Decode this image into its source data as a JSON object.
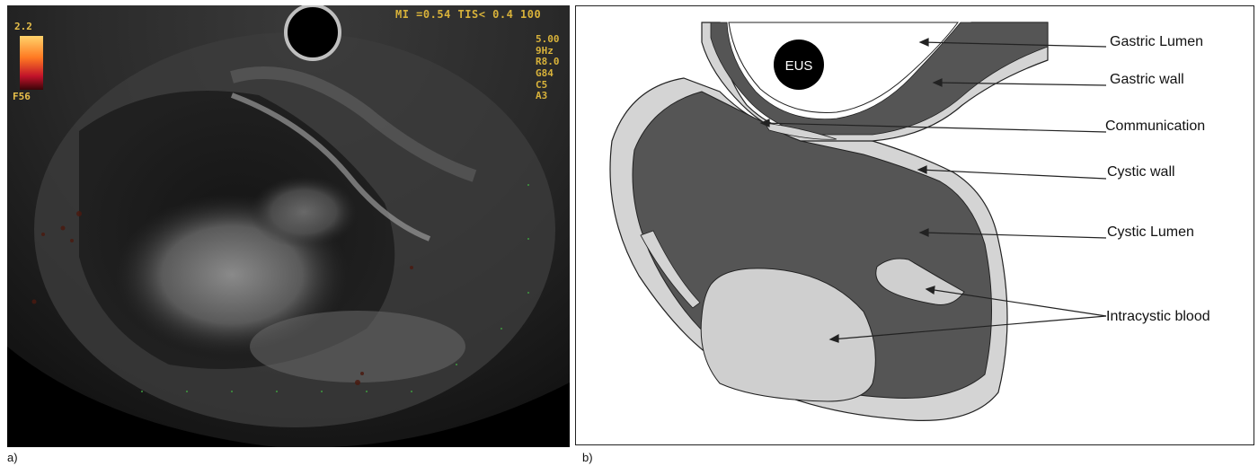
{
  "panel_a": {
    "caption": "a)",
    "overlay": {
      "header": "MI =0.54 TIS< 0.4 100",
      "gain": "2.2",
      "frame": "F56",
      "params": [
        "5.00",
        "9Hz",
        "R8.0",
        "G84",
        "C5",
        "A3"
      ]
    }
  },
  "panel_b": {
    "caption": "b)",
    "eus_label": "EUS",
    "labels": {
      "gastric_lumen": "Gastric Lumen",
      "gastric_wall": "Gastric wall",
      "communication": "Communication",
      "cystic_wall": "Cystic wall",
      "cystic_lumen": "Cystic Lumen",
      "intracystic_blood": "Intracystic blood"
    },
    "colors": {
      "dark_gray": "#555555",
      "light_gray": "#cccccc",
      "black": "#000000"
    }
  }
}
